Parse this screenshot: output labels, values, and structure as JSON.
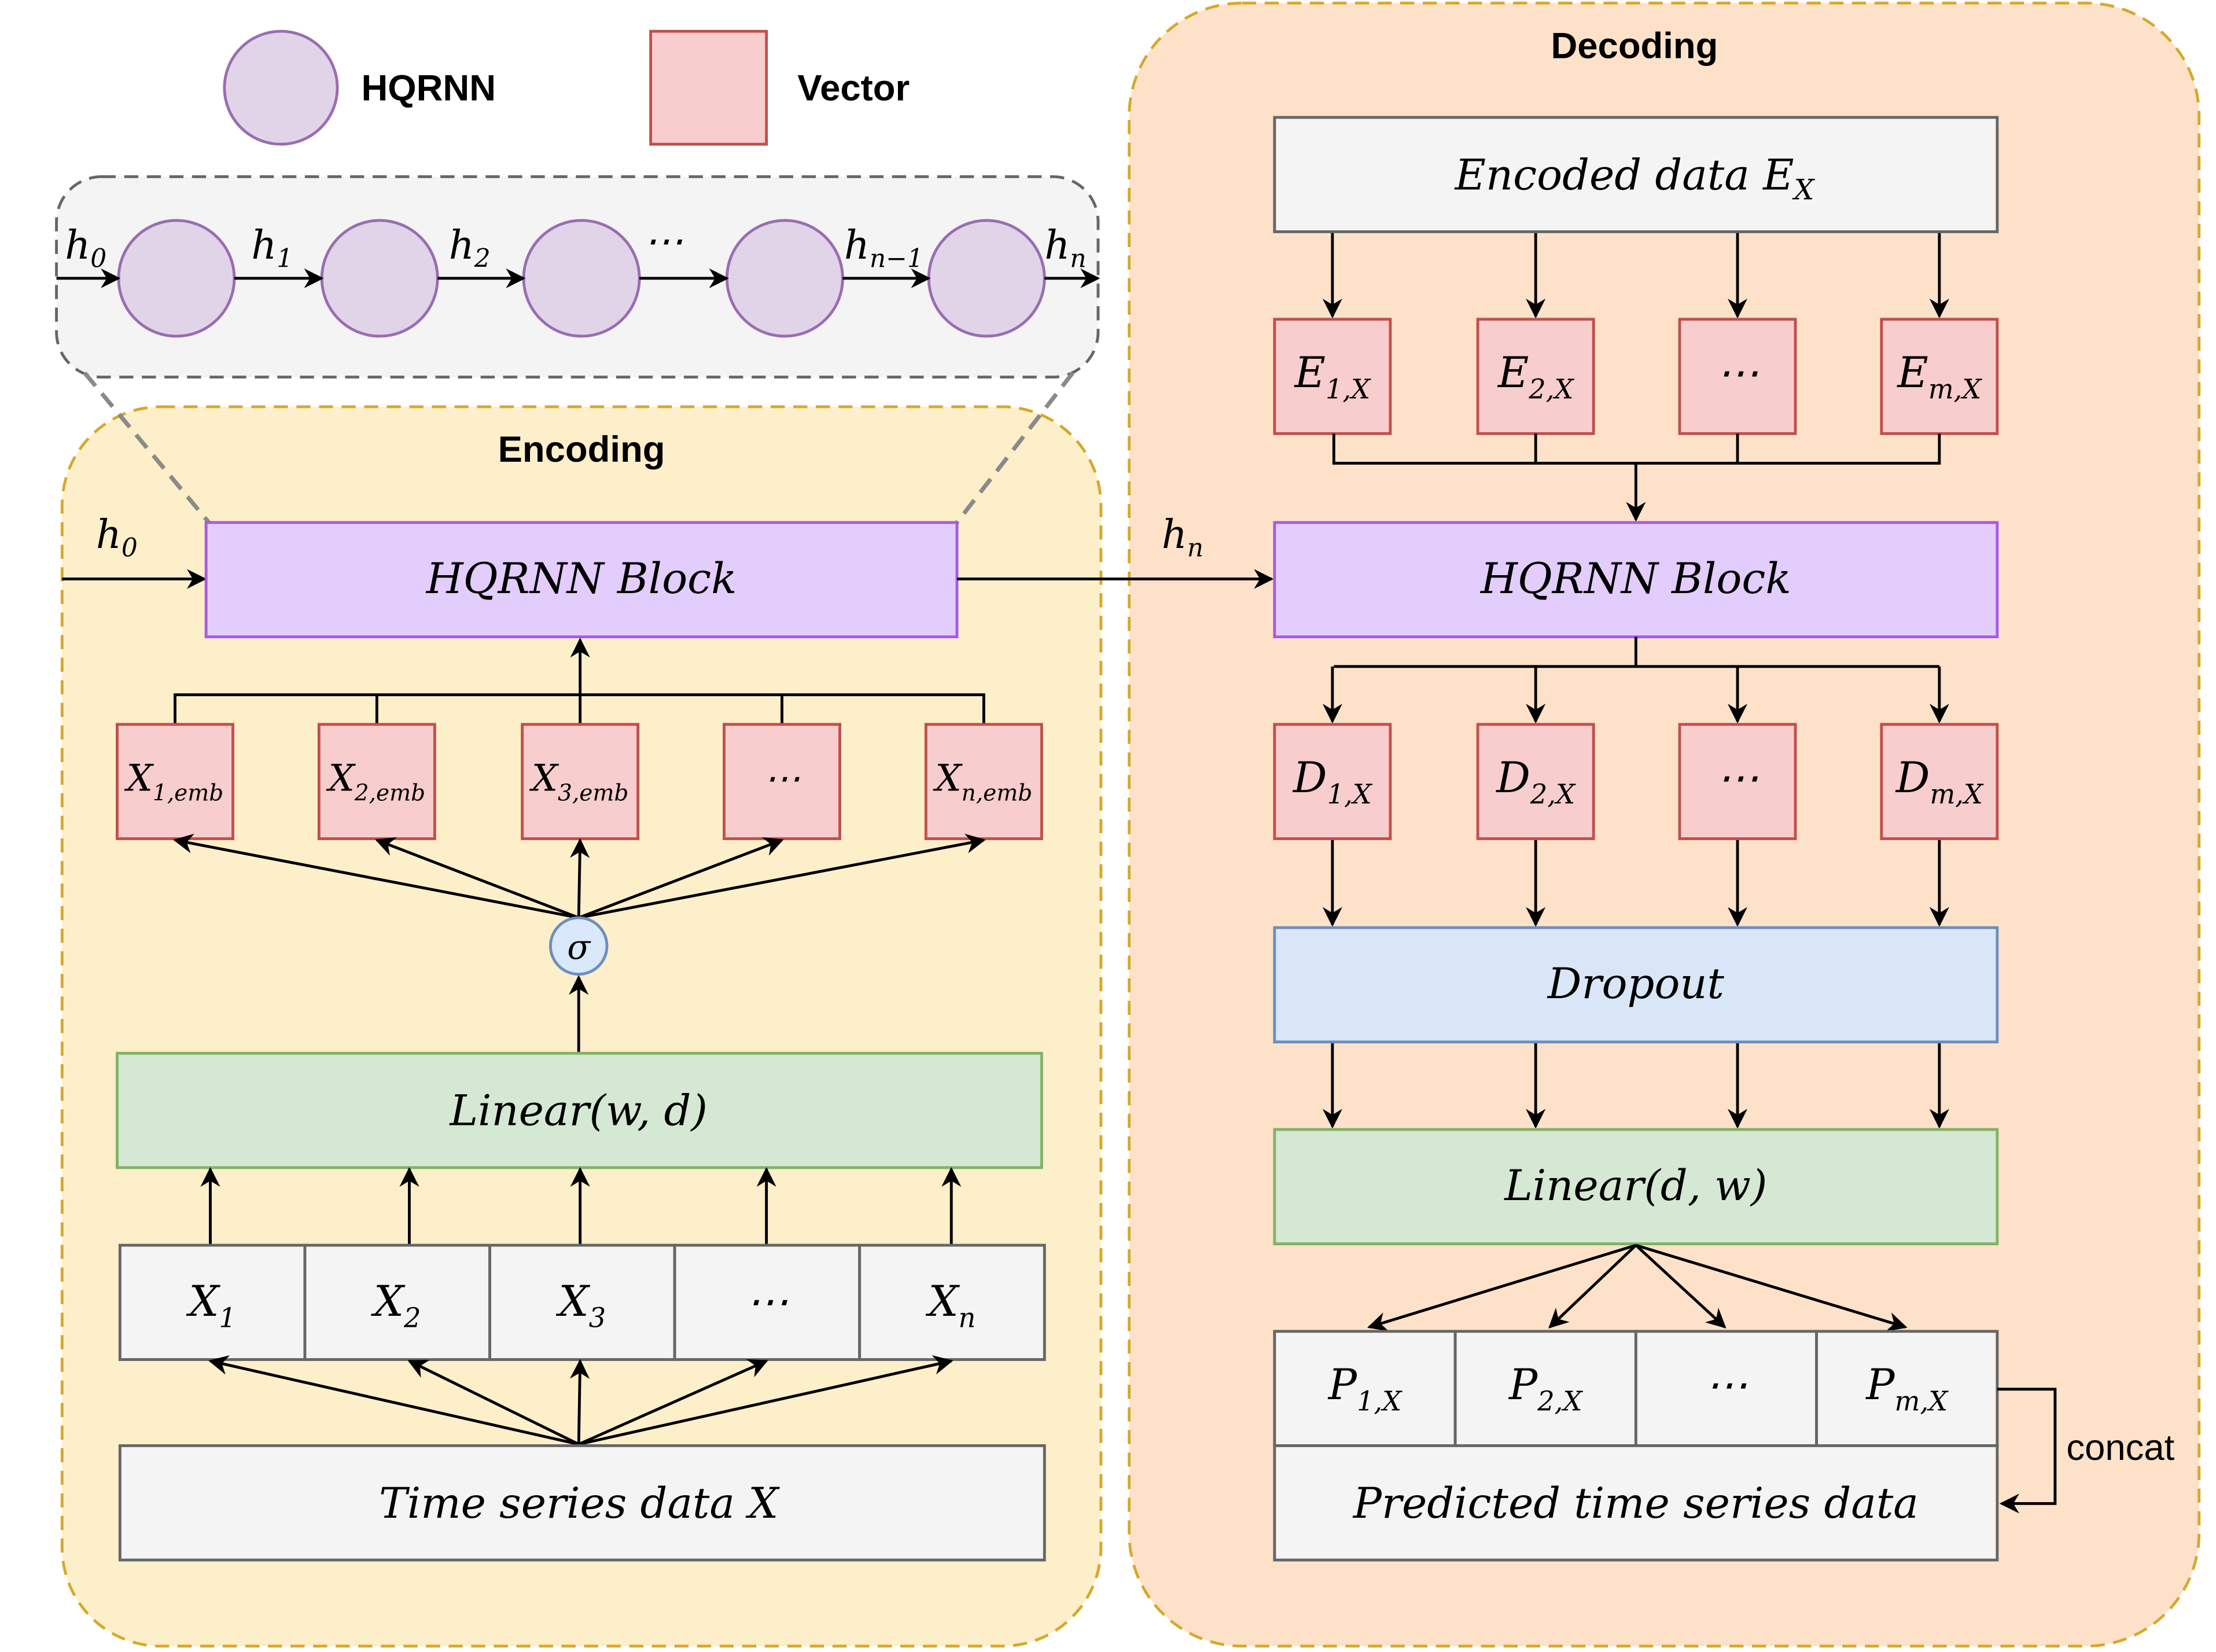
{
  "legend": {
    "hqrnn_label": "HQRNN",
    "vector_label": "Vector"
  },
  "colors": {
    "encoding_bg": "#fdefc9",
    "decoding_bg": "#fde2c9",
    "border_gold": "#d6a92c",
    "vector_fill": "#f7cdcd",
    "vector_stroke": "#c0504d",
    "hqrnn_fill": "#e1d4e8",
    "hqrnn_stroke": "#9a6db1",
    "block_fill": "#e3cdfc",
    "block_stroke": "#a65be6",
    "linear_fill": "#d5e8d4",
    "linear_stroke": "#82b366",
    "dropout_fill": "#d9e6f8",
    "dropout_stroke": "#6c8ebf",
    "gray_fill": "#f4f4f4",
    "gray_stroke": "#666666"
  },
  "unrolled": {
    "states": [
      "h",
      "h",
      "h",
      "⋯",
      "h",
      "h"
    ],
    "state_subs": [
      "0",
      "1",
      "2",
      "",
      "n−1",
      "n"
    ]
  },
  "encoding": {
    "title": "Encoding",
    "h_in": "h",
    "h_in_sub": "0",
    "h_out": "h",
    "h_out_sub": "n",
    "block_label": "HQRNN Block",
    "embeddings": [
      {
        "base": "X",
        "sub": "1,emb"
      },
      {
        "base": "X",
        "sub": "2,emb"
      },
      {
        "base": "X",
        "sub": "3,emb"
      },
      {
        "base": "⋯",
        "sub": ""
      },
      {
        "base": "X",
        "sub": "n,emb"
      }
    ],
    "sigma": "σ",
    "linear_label": "Linear(w, d)",
    "inputs": [
      {
        "base": "X",
        "sub": "1"
      },
      {
        "base": "X",
        "sub": "2"
      },
      {
        "base": "X",
        "sub": "3"
      },
      {
        "base": "⋯",
        "sub": ""
      },
      {
        "base": "X",
        "sub": "n"
      }
    ],
    "data_label": "Time series data X"
  },
  "decoding": {
    "title": "Decoding",
    "encoded_label": "Encoded data E",
    "encoded_sub": "X",
    "encoded_vectors": [
      {
        "base": "E",
        "sub": "1,X"
      },
      {
        "base": "E",
        "sub": "2,X"
      },
      {
        "base": "⋯",
        "sub": ""
      },
      {
        "base": "E",
        "sub": "m,X"
      }
    ],
    "block_label": "HQRNN Block",
    "decoded_vectors": [
      {
        "base": "D",
        "sub": "1,X"
      },
      {
        "base": "D",
        "sub": "2,X"
      },
      {
        "base": "⋯",
        "sub": ""
      },
      {
        "base": "D",
        "sub": "m,X"
      }
    ],
    "dropout_label": "Dropout",
    "linear_label": "Linear(d, w)",
    "predictions": [
      {
        "base": "P",
        "sub": "1,X"
      },
      {
        "base": "P",
        "sub": "2,X"
      },
      {
        "base": "⋯",
        "sub": ""
      },
      {
        "base": "P",
        "sub": "m,X"
      }
    ],
    "output_label": "Predicted time series data",
    "concat_label": "concat"
  }
}
